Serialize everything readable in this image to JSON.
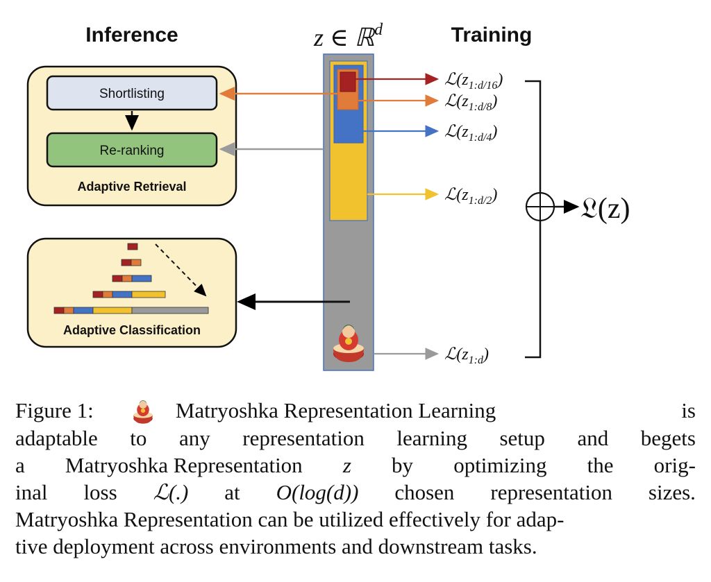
{
  "diagram": {
    "inference_title": "Inference",
    "training_title": "Training",
    "vector_label": "z ∈ ℝ",
    "vector_label_sup": "d",
    "retrieval": {
      "shortlisting": "Shortlisting",
      "reranking": "Re-ranking",
      "title": "Adaptive Retrieval"
    },
    "classification": {
      "title": "Adaptive Classification"
    },
    "losses": [
      {
        "main": "ℒ(z",
        "sub": "1:d/16",
        "close": ")",
        "color": "#a52223"
      },
      {
        "main": "ℒ(z",
        "sub": "1:d/8",
        "close": ")",
        "color": "#e07b3a"
      },
      {
        "main": "ℒ(z",
        "sub": "1:d/4",
        "close": ")",
        "color": "#4472c4"
      },
      {
        "main": "ℒ(z",
        "sub": "1:d/2",
        "close": ")",
        "color": "#f2c12e"
      },
      {
        "main": "ℒ(z",
        "sub": "1:d",
        "close": ")",
        "color": "#9a9a9a"
      }
    ],
    "total_loss": "𝔏(z)",
    "colors": {
      "red": "#a52223",
      "orange": "#e07b3a",
      "blue": "#4472c4",
      "yellow": "#f2c12e",
      "gray": "#9a9a9a",
      "panel": "#fbf0c8",
      "shortlist_fill": "#dde3ef",
      "rerank_fill": "#93c47d"
    }
  },
  "caption": {
    "l1_a": "Figure 1:",
    "l1_b": "Matryoshka Representation Learning",
    "l1_c": "is",
    "l2": [
      "adaptable",
      "to",
      "any",
      "representation",
      "learning",
      "setup",
      "and",
      "begets"
    ],
    "l3_a": "a",
    "l3_b": "Matryoshka Representation",
    "l3_c": "z",
    "l3_d": "by",
    "l3_e": "optimizing",
    "l3_f": "the",
    "l3_g": "orig-",
    "l4_a": "inal",
    "l4_b": "loss",
    "l4_c": "ℒ(.)",
    "l4_d": "at",
    "l4_e": "O(log(d))",
    "l4_f": "chosen",
    "l4_g": "representation",
    "l4_h": "sizes.",
    "l5": "Matryoshka Representation can be utilized effectively for adap-",
    "l6": "tive deployment across environments and downstream tasks."
  }
}
